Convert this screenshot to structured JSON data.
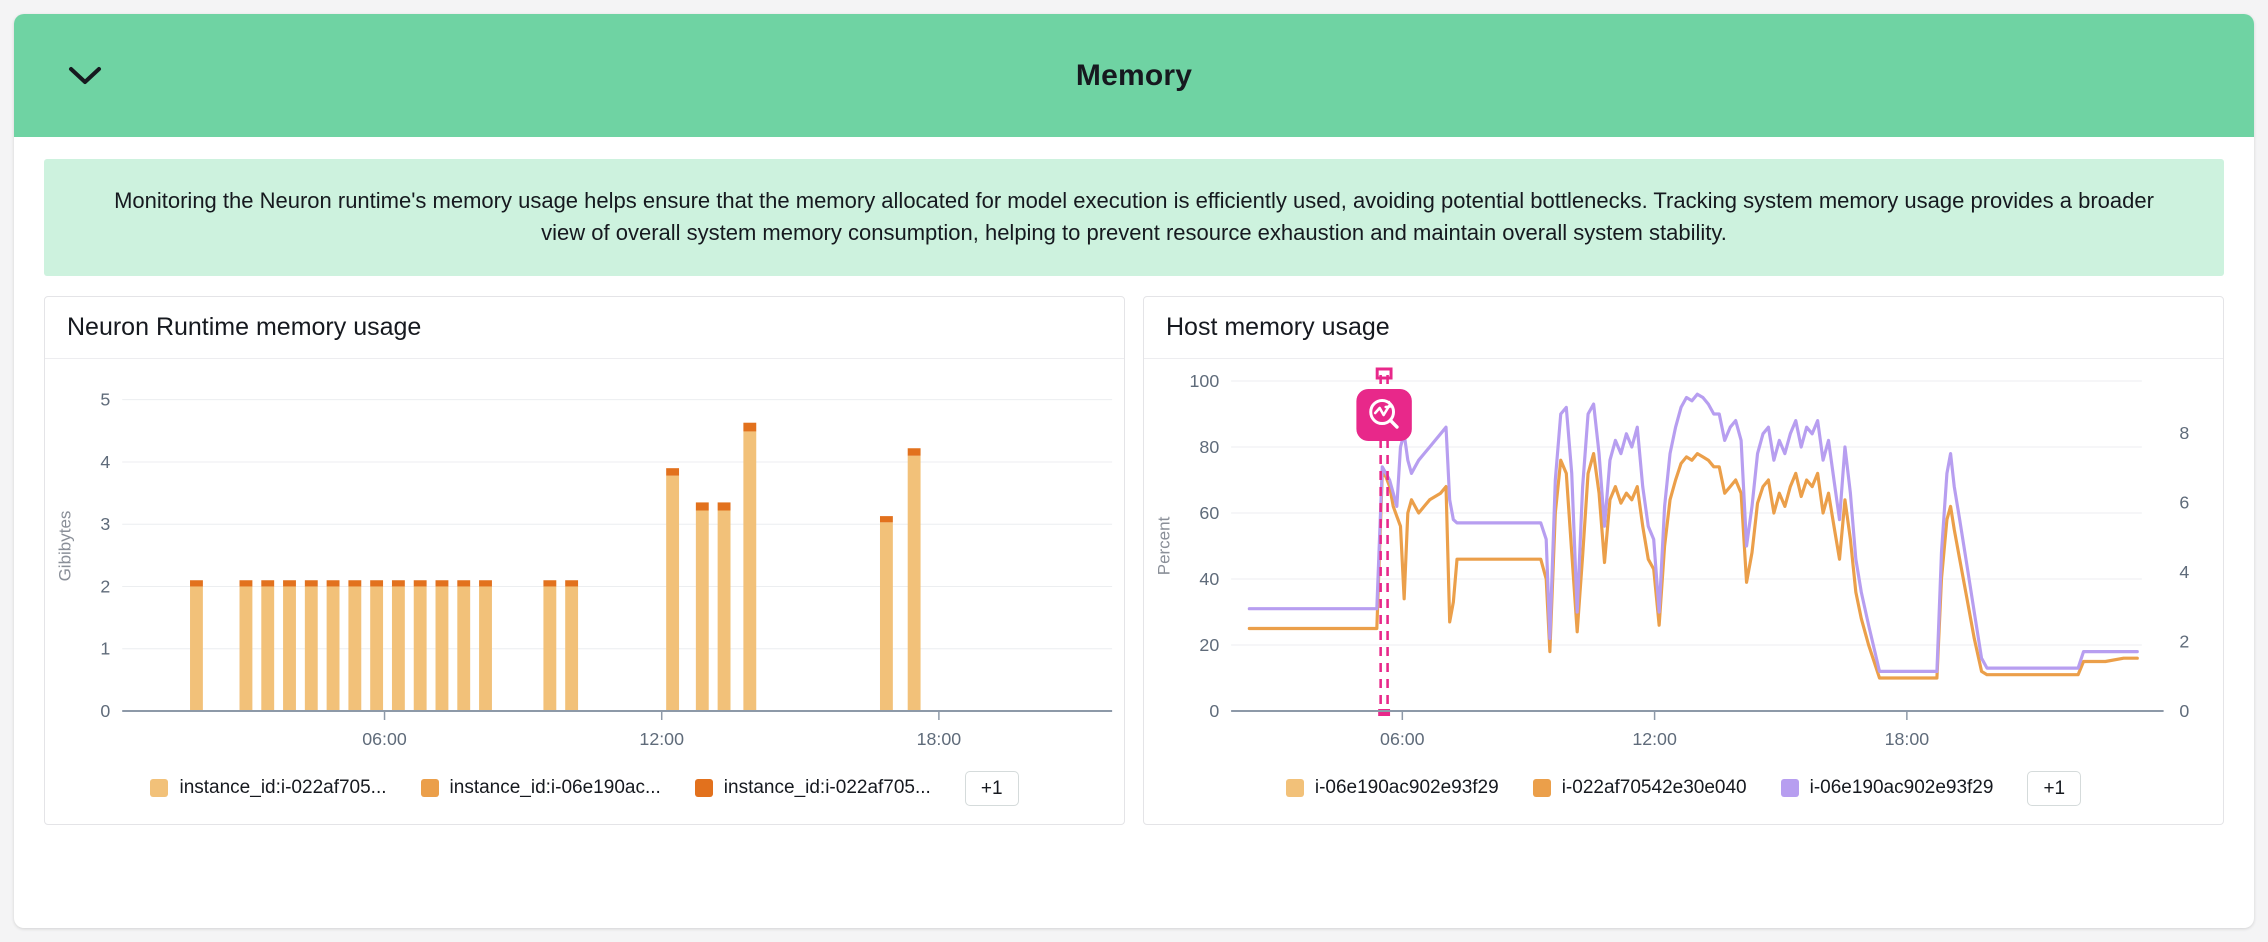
{
  "header": {
    "title": "Memory",
    "collapse_icon": "chevron-down-icon"
  },
  "description": "Monitoring the Neuron runtime's memory usage helps ensure that the memory allocated for model execution is efficiently used, avoiding potential bottlenecks. Tracking system memory usage provides a broader view of overall system memory consumption, helping to prevent resource exhaustion and maintain overall system stability.",
  "colors": {
    "header_green": "#6fd3a3",
    "banner_green": "#cdf2de",
    "series_light_orange": "#f2c179",
    "series_orange": "#eb9f4a",
    "series_dark_orange": "#e2711d",
    "series_purple": "#b79ef0",
    "annotation_pink": "#e8288a",
    "axis_grey": "#8d99a8"
  },
  "charts": [
    {
      "id": "neuron-runtime-memory-usage",
      "title": "Neuron Runtime memory usage",
      "legend": [
        {
          "label": "instance_id:i-022af705...",
          "color": "#f2c179"
        },
        {
          "label": "instance_id:i-06e190ac...",
          "color": "#eb9f4a"
        },
        {
          "label": "instance_id:i-022af705...",
          "color": "#e2711d"
        }
      ],
      "legend_more": "+1"
    },
    {
      "id": "host-memory-usage",
      "title": "Host memory usage",
      "legend": [
        {
          "label": "i-06e190ac902e93f29",
          "color": "#f2c179"
        },
        {
          "label": "i-022af70542e30e040",
          "color": "#eb9f4a"
        },
        {
          "label": "i-06e190ac902e93f29",
          "color": "#b79ef0"
        }
      ],
      "legend_more": "+1",
      "annotation": {
        "icon": "anomaly-detector-icon",
        "color": "#e8288a"
      }
    }
  ],
  "chart_data": [
    {
      "type": "bar",
      "title": "Neuron Runtime memory usage",
      "xlabel": "",
      "ylabel": "Gibibytes",
      "ylim": [
        0,
        5.3
      ],
      "yticks": [
        0,
        1,
        2,
        3,
        4,
        5
      ],
      "xticks": [
        "06:00",
        "12:00",
        "18:00"
      ],
      "xtick_positions": [
        0.265,
        0.545,
        0.825
      ],
      "xlim_hours": [
        2.0,
        23.0
      ],
      "grid": true,
      "stacked": true,
      "legend_position": "bottom",
      "series": [
        {
          "name": "instance_id:i-022af705...",
          "color": "#f2c179"
        },
        {
          "name": "instance_id:i-06e190ac...",
          "color": "#eb9f4a"
        },
        {
          "name": "instance_id:i-022af705...",
          "color": "#e2711d"
        }
      ],
      "bars": [
        {
          "x": 0.075,
          "base": 2.0,
          "top": 2.1
        },
        {
          "x": 0.125,
          "base": 2.0,
          "top": 2.1
        },
        {
          "x": 0.147,
          "base": 2.0,
          "top": 2.1
        },
        {
          "x": 0.169,
          "base": 2.0,
          "top": 2.1
        },
        {
          "x": 0.191,
          "base": 2.0,
          "top": 2.1
        },
        {
          "x": 0.213,
          "base": 2.0,
          "top": 2.1
        },
        {
          "x": 0.235,
          "base": 2.0,
          "top": 2.1
        },
        {
          "x": 0.257,
          "base": 2.0,
          "top": 2.1
        },
        {
          "x": 0.279,
          "base": 2.0,
          "top": 2.1
        },
        {
          "x": 0.301,
          "base": 2.0,
          "top": 2.1
        },
        {
          "x": 0.323,
          "base": 2.0,
          "top": 2.1
        },
        {
          "x": 0.345,
          "base": 2.0,
          "top": 2.1
        },
        {
          "x": 0.367,
          "base": 2.0,
          "top": 2.1
        },
        {
          "x": 0.432,
          "base": 2.0,
          "top": 2.1
        },
        {
          "x": 0.454,
          "base": 2.0,
          "top": 2.1
        },
        {
          "x": 0.556,
          "base": 3.78,
          "top": 3.9
        },
        {
          "x": 0.586,
          "base": 3.22,
          "top": 3.35
        },
        {
          "x": 0.608,
          "base": 3.22,
          "top": 3.35
        },
        {
          "x": 0.634,
          "base": 4.49,
          "top": 4.63
        },
        {
          "x": 0.772,
          "base": 3.03,
          "top": 3.13
        },
        {
          "x": 0.8,
          "base": 4.1,
          "top": 4.22
        }
      ]
    },
    {
      "type": "line",
      "title": "Host memory usage",
      "xlabel": "",
      "ylabel": "Percent",
      "ylim": [
        0,
        100
      ],
      "yticks": [
        0,
        20,
        40,
        60,
        80,
        100
      ],
      "y2lim": [
        0,
        9.5
      ],
      "y2ticks": [
        0,
        2,
        4,
        6,
        8
      ],
      "xticks": [
        "06:00",
        "12:00",
        "18:00"
      ],
      "xtick_positions": [
        0.188,
        0.465,
        0.742
      ],
      "grid": true,
      "legend_position": "bottom",
      "annotation": {
        "x": 0.168,
        "label": "anomaly-detector-icon",
        "color": "#e8288a"
      },
      "series": [
        {
          "name": "i-022af70542e30e040",
          "color": "#eb9f4a",
          "axis": "left",
          "points": [
            [
              0.02,
              25
            ],
            [
              0.16,
              25
            ],
            [
              0.166,
              72
            ],
            [
              0.17,
              71
            ],
            [
              0.174,
              68
            ],
            [
              0.178,
              62
            ],
            [
              0.182,
              59
            ],
            [
              0.186,
              56
            ],
            [
              0.19,
              34
            ],
            [
              0.194,
              60
            ],
            [
              0.198,
              64
            ],
            [
              0.202,
              62
            ],
            [
              0.206,
              60
            ],
            [
              0.212,
              62
            ],
            [
              0.218,
              64
            ],
            [
              0.224,
              65
            ],
            [
              0.23,
              66
            ],
            [
              0.236,
              68
            ],
            [
              0.24,
              27
            ],
            [
              0.244,
              33
            ],
            [
              0.248,
              46
            ],
            [
              0.252,
              46
            ],
            [
              0.3,
              46
            ],
            [
              0.34,
              46
            ],
            [
              0.346,
              40
            ],
            [
              0.35,
              18
            ],
            [
              0.356,
              60
            ],
            [
              0.362,
              76
            ],
            [
              0.368,
              72
            ],
            [
              0.374,
              48
            ],
            [
              0.38,
              24
            ],
            [
              0.386,
              47
            ],
            [
              0.392,
              72
            ],
            [
              0.398,
              78
            ],
            [
              0.404,
              66
            ],
            [
              0.41,
              45
            ],
            [
              0.416,
              64
            ],
            [
              0.422,
              68
            ],
            [
              0.428,
              63
            ],
            [
              0.434,
              66
            ],
            [
              0.44,
              64
            ],
            [
              0.446,
              68
            ],
            [
              0.452,
              56
            ],
            [
              0.458,
              46
            ],
            [
              0.464,
              43
            ],
            [
              0.47,
              26
            ],
            [
              0.476,
              50
            ],
            [
              0.482,
              64
            ],
            [
              0.488,
              70
            ],
            [
              0.494,
              75
            ],
            [
              0.5,
              77
            ],
            [
              0.506,
              76
            ],
            [
              0.512,
              78
            ],
            [
              0.518,
              77
            ],
            [
              0.524,
              76
            ],
            [
              0.53,
              74
            ],
            [
              0.536,
              74
            ],
            [
              0.542,
              66
            ],
            [
              0.548,
              68
            ],
            [
              0.554,
              70
            ],
            [
              0.56,
              66
            ],
            [
              0.566,
              39
            ],
            [
              0.572,
              48
            ],
            [
              0.578,
              63
            ],
            [
              0.584,
              68
            ],
            [
              0.59,
              70
            ],
            [
              0.596,
              60
            ],
            [
              0.602,
              66
            ],
            [
              0.608,
              62
            ],
            [
              0.614,
              68
            ],
            [
              0.62,
              72
            ],
            [
              0.626,
              65
            ],
            [
              0.632,
              70
            ],
            [
              0.638,
              68
            ],
            [
              0.644,
              72
            ],
            [
              0.65,
              60
            ],
            [
              0.656,
              66
            ],
            [
              0.662,
              56
            ],
            [
              0.668,
              46
            ],
            [
              0.674,
              64
            ],
            [
              0.68,
              52
            ],
            [
              0.686,
              36
            ],
            [
              0.692,
              28
            ],
            [
              0.7,
              20
            ],
            [
              0.712,
              10
            ],
            [
              0.76,
              10
            ],
            [
              0.775,
              10
            ],
            [
              0.78,
              40
            ],
            [
              0.786,
              58
            ],
            [
              0.79,
              62
            ],
            [
              0.794,
              55
            ],
            [
              0.8,
              46
            ],
            [
              0.808,
              34
            ],
            [
              0.816,
              22
            ],
            [
              0.824,
              12
            ],
            [
              0.83,
              11
            ],
            [
              0.9,
              11
            ],
            [
              0.93,
              11
            ],
            [
              0.936,
              15
            ],
            [
              0.96,
              15
            ],
            [
              0.98,
              16
            ],
            [
              0.995,
              16
            ]
          ]
        },
        {
          "name": "i-06e190ac902e93f29",
          "color": "#b79ef0",
          "axis": "left",
          "points": [
            [
              0.02,
              31
            ],
            [
              0.16,
              31
            ],
            [
              0.166,
              74
            ],
            [
              0.17,
              72
            ],
            [
              0.174,
              70
            ],
            [
              0.178,
              66
            ],
            [
              0.182,
              62
            ],
            [
              0.186,
              80
            ],
            [
              0.19,
              84
            ],
            [
              0.194,
              76
            ],
            [
              0.198,
              72
            ],
            [
              0.202,
              74
            ],
            [
              0.206,
              76
            ],
            [
              0.212,
              78
            ],
            [
              0.218,
              80
            ],
            [
              0.224,
              82
            ],
            [
              0.23,
              84
            ],
            [
              0.236,
              86
            ],
            [
              0.24,
              64
            ],
            [
              0.244,
              58
            ],
            [
              0.248,
              57
            ],
            [
              0.252,
              57
            ],
            [
              0.3,
              57
            ],
            [
              0.34,
              57
            ],
            [
              0.346,
              52
            ],
            [
              0.35,
              22
            ],
            [
              0.356,
              70
            ],
            [
              0.362,
              90
            ],
            [
              0.368,
              92
            ],
            [
              0.374,
              72
            ],
            [
              0.38,
              30
            ],
            [
              0.386,
              68
            ],
            [
              0.392,
              90
            ],
            [
              0.398,
              93
            ],
            [
              0.404,
              78
            ],
            [
              0.41,
              56
            ],
            [
              0.416,
              76
            ],
            [
              0.422,
              82
            ],
            [
              0.428,
              78
            ],
            [
              0.434,
              84
            ],
            [
              0.44,
              80
            ],
            [
              0.446,
              86
            ],
            [
              0.452,
              68
            ],
            [
              0.458,
              56
            ],
            [
              0.464,
              52
            ],
            [
              0.47,
              30
            ],
            [
              0.476,
              62
            ],
            [
              0.482,
              78
            ],
            [
              0.488,
              86
            ],
            [
              0.494,
              92
            ],
            [
              0.5,
              95
            ],
            [
              0.506,
              94
            ],
            [
              0.512,
              96
            ],
            [
              0.518,
              95
            ],
            [
              0.524,
              93
            ],
            [
              0.53,
              90
            ],
            [
              0.536,
              90
            ],
            [
              0.542,
              82
            ],
            [
              0.548,
              86
            ],
            [
              0.554,
              88
            ],
            [
              0.56,
              82
            ],
            [
              0.566,
              50
            ],
            [
              0.572,
              62
            ],
            [
              0.578,
              78
            ],
            [
              0.584,
              84
            ],
            [
              0.59,
              86
            ],
            [
              0.596,
              76
            ],
            [
              0.602,
              82
            ],
            [
              0.608,
              78
            ],
            [
              0.614,
              84
            ],
            [
              0.62,
              88
            ],
            [
              0.626,
              80
            ],
            [
              0.632,
              86
            ],
            [
              0.638,
              84
            ],
            [
              0.644,
              88
            ],
            [
              0.65,
              76
            ],
            [
              0.656,
              82
            ],
            [
              0.662,
              70
            ],
            [
              0.668,
              58
            ],
            [
              0.674,
              80
            ],
            [
              0.68,
              66
            ],
            [
              0.686,
              46
            ],
            [
              0.692,
              36
            ],
            [
              0.7,
              26
            ],
            [
              0.712,
              12
            ],
            [
              0.76,
              12
            ],
            [
              0.775,
              12
            ],
            [
              0.78,
              48
            ],
            [
              0.786,
              72
            ],
            [
              0.79,
              78
            ],
            [
              0.794,
              68
            ],
            [
              0.8,
              58
            ],
            [
              0.808,
              44
            ],
            [
              0.816,
              30
            ],
            [
              0.824,
              16
            ],
            [
              0.83,
              13
            ],
            [
              0.9,
              13
            ],
            [
              0.93,
              13
            ],
            [
              0.936,
              18
            ],
            [
              0.96,
              18
            ],
            [
              0.98,
              18
            ],
            [
              0.995,
              18
            ]
          ]
        }
      ]
    }
  ]
}
